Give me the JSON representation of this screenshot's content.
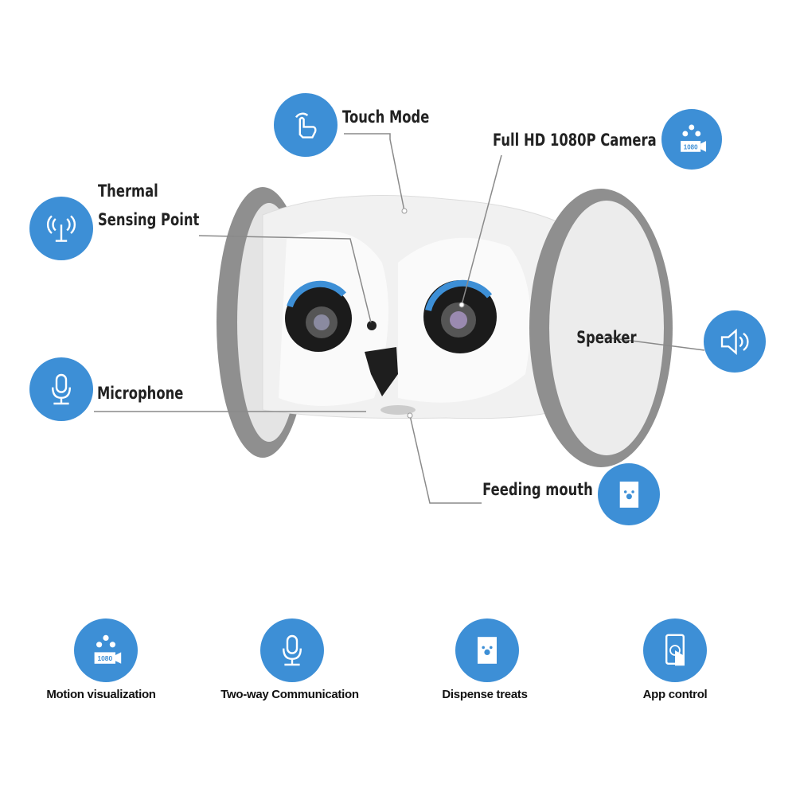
{
  "callouts": {
    "touch_mode": "Touch Mode",
    "camera": "Full HD 1080P Camera",
    "thermal_line1": "Thermal",
    "thermal_line2": "Sensing Point",
    "speaker": "Speaker",
    "microphone": "Microphone",
    "feeding": "Feeding mouth"
  },
  "features": [
    {
      "label": "Motion visualization",
      "icon": "camera-1080-icon"
    },
    {
      "label": "Two-way Communication",
      "icon": "microphone-icon"
    },
    {
      "label": "Dispense treats",
      "icon": "treat-bag-icon"
    },
    {
      "label": "App control",
      "icon": "phone-touch-icon"
    }
  ],
  "icon_badge_text": "1080",
  "colors": {
    "accent": "#3d8fd6",
    "wheel": "#8f8f8f",
    "body": "#f1f1f1"
  }
}
